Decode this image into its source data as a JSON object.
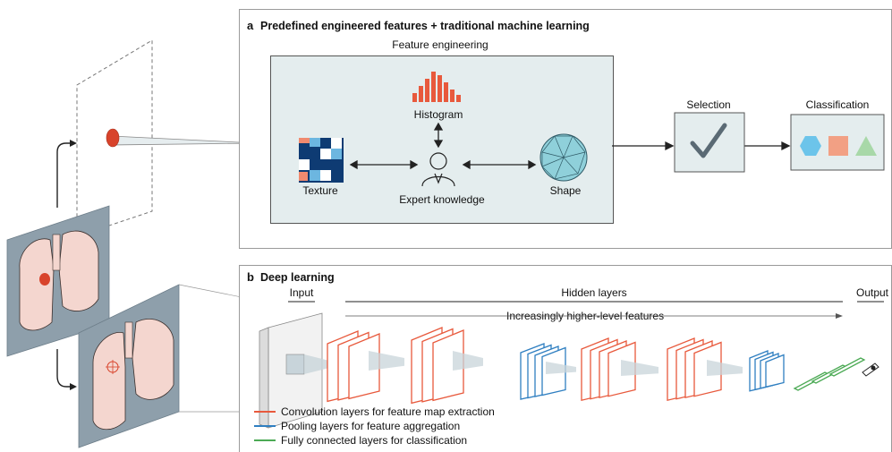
{
  "panel_a": {
    "letter": "a",
    "title": "Predefined engineered features + traditional machine learning",
    "feature_engineering_label": "Feature engineering",
    "histogram_label": "Histogram",
    "texture_label": "Texture",
    "expert_label": "Expert knowledge",
    "shape_label": "Shape",
    "selection_label": "Selection",
    "classification_label": "Classification"
  },
  "panel_b": {
    "letter": "b",
    "title": "Deep learning",
    "input_label": "Input",
    "hidden_label": "Hidden layers",
    "output_label": "Output",
    "features_label": "Increasingly higher-level features",
    "legend": [
      {
        "label": "Convolution layers for feature map extraction",
        "color": "#e8593c"
      },
      {
        "label": "Pooling layers for feature aggregation",
        "color": "#2f7fc1"
      },
      {
        "label": "Fully connected layers for classification",
        "color": "#4caa55"
      }
    ]
  },
  "colors": {
    "convolution": "#e8593c",
    "pooling": "#2f7fc1",
    "fully_connected": "#4caa55",
    "panel_fill": "#e4edee",
    "lung_fill": "#f4d6cf",
    "ct_slice": "#8e9fab",
    "tumor": "#d8432b"
  }
}
